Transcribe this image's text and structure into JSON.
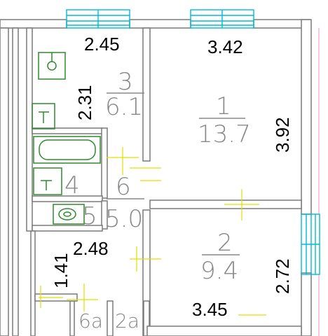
{
  "dimensions": {
    "room3_width": "2.45",
    "room3_length": "2.31",
    "room1_width": "3.42",
    "room1_length": "3.92",
    "room2_length": "2.72",
    "room2_width": "3.45",
    "hall_width": "2.48",
    "hall_length": "1.41"
  },
  "rooms": {
    "r1": {
      "number": "1",
      "area": "13.7"
    },
    "r2": {
      "number": "2",
      "area": "9.4"
    },
    "r3": {
      "number": "3",
      "area": "6.1"
    },
    "r4": {
      "number": "4"
    },
    "r5": {
      "number": "5"
    },
    "r6": {
      "number": "6",
      "area": "5.0"
    },
    "r6a": {
      "label": "6a"
    },
    "r2a": {
      "label": "2a"
    }
  },
  "colors": {
    "wall": "#7a7a7a",
    "window": "#00bcd4",
    "fixture": "#2e8b2e",
    "door": "#e0e000",
    "text_dim": "#000000",
    "text_room": "#888888"
  }
}
